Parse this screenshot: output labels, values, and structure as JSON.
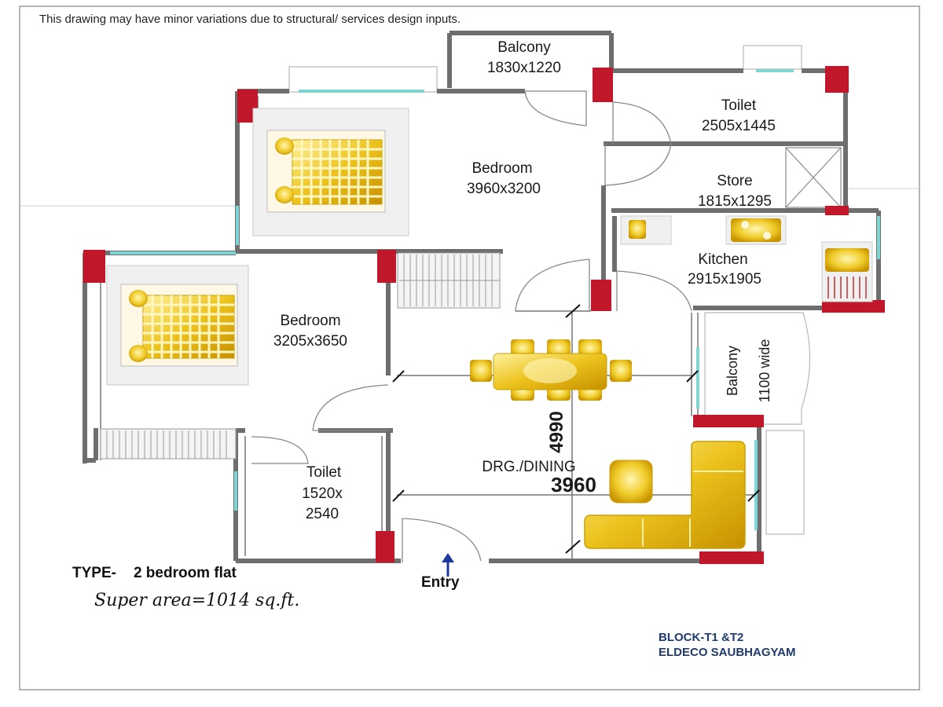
{
  "note": "This drawing may have minor variations due to structural/ services design inputs.",
  "rooms": {
    "balcony_top": {
      "name": "Balcony",
      "size": "1830x1220"
    },
    "toilet_top": {
      "name": "Toilet",
      "size": "2505x1445"
    },
    "store": {
      "name": "Store",
      "size": "1815x1295"
    },
    "bedroom_1": {
      "name": "Bedroom",
      "size": "3960x3200"
    },
    "kitchen": {
      "name": "Kitchen",
      "size": "2915x1905"
    },
    "bedroom_2": {
      "name": "Bedroom",
      "size": "3205x3650"
    },
    "balcony_side": {
      "name": "Balcony",
      "size": "1100 wide"
    },
    "drawing_dining": {
      "name": "DRG./DINING",
      "width": "3960",
      "length": "4990"
    },
    "toilet_bottom": {
      "name": "Toilet",
      "size_line1": "1520x",
      "size_line2": "2540"
    }
  },
  "entry_label": "Entry",
  "type_label": "TYPE-",
  "type_value": "2 bedroom flat",
  "super_area": "Super  area=1014 sq.ft.",
  "block": "BLOCK-T1 &T2",
  "project": "ELDECO SAUBHAGYAM",
  "colors": {
    "wall": "#7a7a7a",
    "column": "#c0182a",
    "window": "#7fd4d4",
    "furniture": "#e8c200",
    "arrow": "#1f3a9e",
    "project_text": "#1f3a6e"
  }
}
